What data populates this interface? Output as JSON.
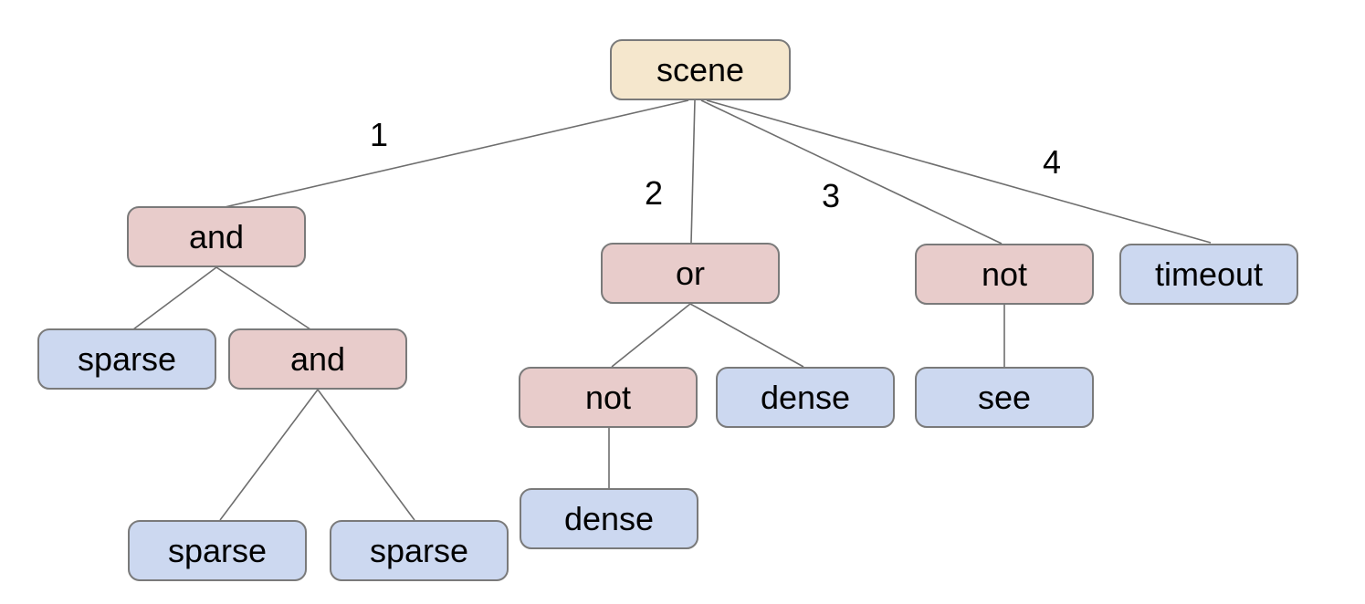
{
  "diagram": {
    "type": "tree",
    "root": "scene",
    "colors": {
      "background": "#ffffff",
      "root_fill": "#f5e7cd",
      "operator_fill": "#e8cccb",
      "leaf_fill": "#ccd8f0",
      "node_border": "#7a7a7a",
      "edge_line": "#6e6e6e",
      "text": "#000000"
    },
    "nodes": {
      "scene": {
        "label": "scene",
        "type": "root"
      },
      "and1": {
        "label": "and",
        "type": "operator"
      },
      "or1": {
        "label": "or",
        "type": "operator"
      },
      "not1": {
        "label": "not",
        "type": "operator"
      },
      "timeout": {
        "label": "timeout",
        "type": "leaf"
      },
      "sparse1": {
        "label": "sparse",
        "type": "leaf"
      },
      "and2": {
        "label": "and",
        "type": "operator"
      },
      "not2": {
        "label": "not",
        "type": "operator"
      },
      "dense1": {
        "label": "dense",
        "type": "leaf"
      },
      "see1": {
        "label": "see",
        "type": "leaf"
      },
      "dense2": {
        "label": "dense",
        "type": "leaf"
      },
      "sparse2": {
        "label": "sparse",
        "type": "leaf"
      },
      "sparse3": {
        "label": "sparse",
        "type": "leaf"
      }
    },
    "edges": [
      {
        "from": "scene",
        "to": "and1",
        "label": "1"
      },
      {
        "from": "scene",
        "to": "or1",
        "label": "2"
      },
      {
        "from": "scene",
        "to": "not1",
        "label": "3"
      },
      {
        "from": "scene",
        "to": "timeout",
        "label": "4"
      },
      {
        "from": "and1",
        "to": "sparse1",
        "label": ""
      },
      {
        "from": "and1",
        "to": "and2",
        "label": ""
      },
      {
        "from": "and2",
        "to": "sparse2",
        "label": ""
      },
      {
        "from": "and2",
        "to": "sparse3",
        "label": ""
      },
      {
        "from": "or1",
        "to": "not2",
        "label": ""
      },
      {
        "from": "or1",
        "to": "dense1",
        "label": ""
      },
      {
        "from": "not2",
        "to": "dense2",
        "label": ""
      },
      {
        "from": "not1",
        "to": "see1",
        "label": ""
      }
    ]
  }
}
